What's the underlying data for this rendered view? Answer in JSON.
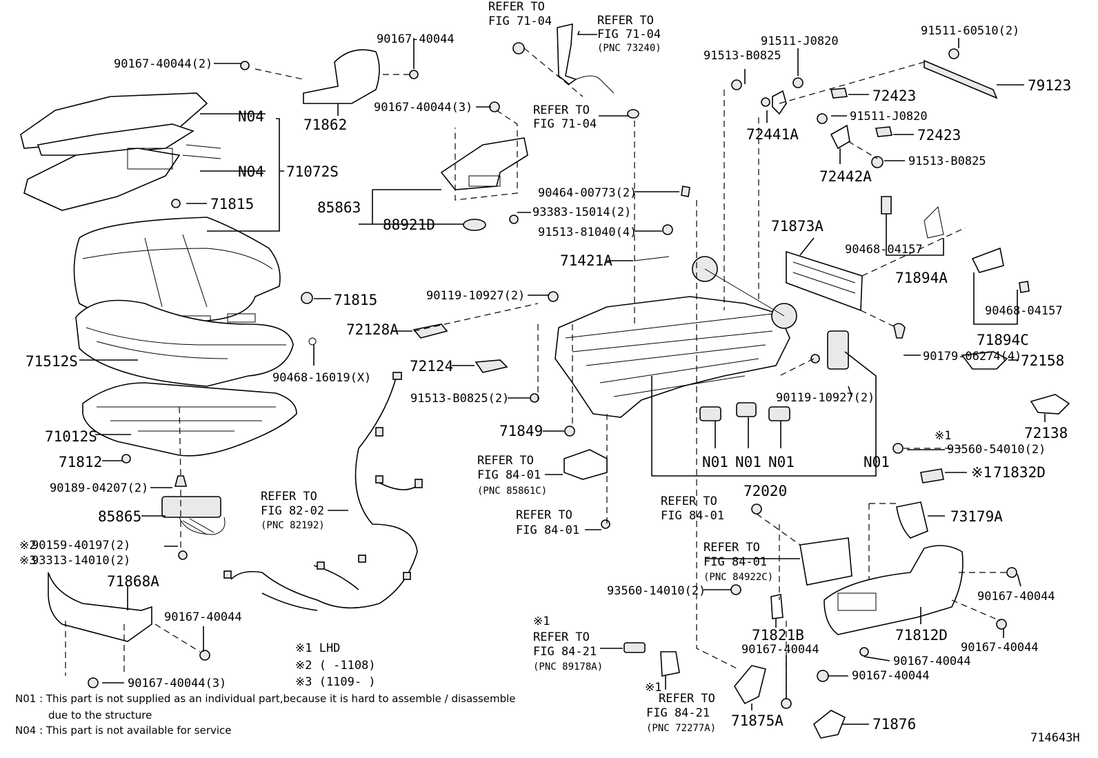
{
  "diagram_id": "714643H",
  "callouts": {
    "c71862": "71862",
    "c90167_40044_2": "90167-40044(2)",
    "c90167_40044_top": "90167-40044",
    "c90167_40044_3_top": "90167-40044(3)",
    "c85863": "85863",
    "c88921D": "88921D",
    "c93383_15014_2": "93383-15014(2)",
    "cN04a": "N04",
    "cN04b": "N04",
    "c71072S": "71072S",
    "c71815a": "71815",
    "c71815b": "71815",
    "c71512S": "71512S",
    "c90468_16019X": "90468-16019(X)",
    "c71012S": "71012S",
    "c71812": "71812",
    "c90189_04207_2": "90189-04207(2)",
    "c85865": "85865",
    "c90159_40197_2": "90159-40197(2)",
    "c93313_14010_2": "93313-14010(2)",
    "mark2": "※2",
    "mark3": "※3",
    "c71868A": "71868A",
    "c90167_40044_left": "90167-40044",
    "c90167_40044_3_bottom": "90167-40044(3)",
    "c90119_10927_2a": "90119-10927(2)",
    "c72128A": "72128A",
    "c72124": "72124",
    "c91513_B0825_2": "91513-B0825(2)",
    "c71849": "71849",
    "c90464_00773_2": "90464-00773(2)",
    "c91513_81040_4": "91513-81040(4)",
    "c71421A": "71421A",
    "c71873A": "71873A",
    "c90468_04157a": "90468-04157",
    "c71894A": "71894A",
    "c90468_04157b": "90468-04157",
    "c71894C": "71894C",
    "c90179_06274_4": "90179-06274(4)",
    "c72158": "72158",
    "c90119_10927_2b": "90119-10927(2)",
    "c72138": "72138",
    "c93560_54010_2": "93560-54010(2)",
    "c71832D": "71832D",
    "mark1a": "※1",
    "mark1b": "※1",
    "c73179A": "73179A",
    "cN01a": "N01",
    "cN01b": "N01",
    "cN01c": "N01",
    "cN01d": "N01",
    "c72020": "72020",
    "c91513_B0825a": "91513-B0825",
    "c91511_J0820a": "91511-J0820",
    "c91511_60510_2": "91511-60510(2)",
    "c79123": "79123",
    "c72423a": "72423",
    "c72441A": "72441A",
    "c91511_J0820b": "91511-J0820",
    "c72423b": "72423",
    "c91513_B0825b": "91513-B0825",
    "c72442A": "72442A",
    "c93560_14010_2": "93560-14010(2)",
    "c71821B": "71821B",
    "c90167_40044_mid": "90167-40044",
    "c71812D": "71812D",
    "c90167_40044_r1": "90167-40044",
    "c90167_40044_r2": "90167-40044",
    "c90167_40044_r3": "90167-40044",
    "c90167_40044_r4": "90167-40044",
    "c71875A": "71875A",
    "c71876": "71876"
  },
  "refs": {
    "r1_l1": "REFER TO",
    "r1_l2": "FIG 71-04",
    "r2_l1": "REFER TO",
    "r2_l2": "FIG 71-04",
    "r2_pnc": "(PNC 73240)",
    "r3_l1": "REFER TO",
    "r3_l2": "FIG 71-04",
    "r4_l1": "REFER TO",
    "r4_l2": "FIG 84-01",
    "r4_pnc": "(PNC 85861C)",
    "r5_l1": "REFER TO",
    "r5_l2": "FIG 84-01",
    "r6_l1": "REFER TO",
    "r6_l2": "FIG 82-02",
    "r6_pnc": "(PNC 82192)",
    "r7_l1": "REFER TO",
    "r7_l2": "FIG 84-01",
    "r8_l1": "REFER TO",
    "r8_l2": "FIG 84-01",
    "r8_pnc": "(PNC 84922C)",
    "r9_mark": "※1",
    "r9_l1": "REFER TO",
    "r9_l2": "FIG 84-21",
    "r9_pnc": "(PNC 89178A)",
    "r10_mark": "※1",
    "r10_l1": "REFER TO",
    "r10_l2": "FIG 84-21",
    "r10_pnc": "(PNC 72277A)"
  },
  "legend": {
    "l1": "※1 LHD",
    "l2": "※2 (      -1108)",
    "l3": "※3 (1109-      )"
  },
  "notes": {
    "n01_a": "N01 : This part is not supplied as an individual part,because it is hard to assemble / disassemble",
    "n01_b": "due to the structure",
    "n04": "N04 : This part is not available for service"
  }
}
